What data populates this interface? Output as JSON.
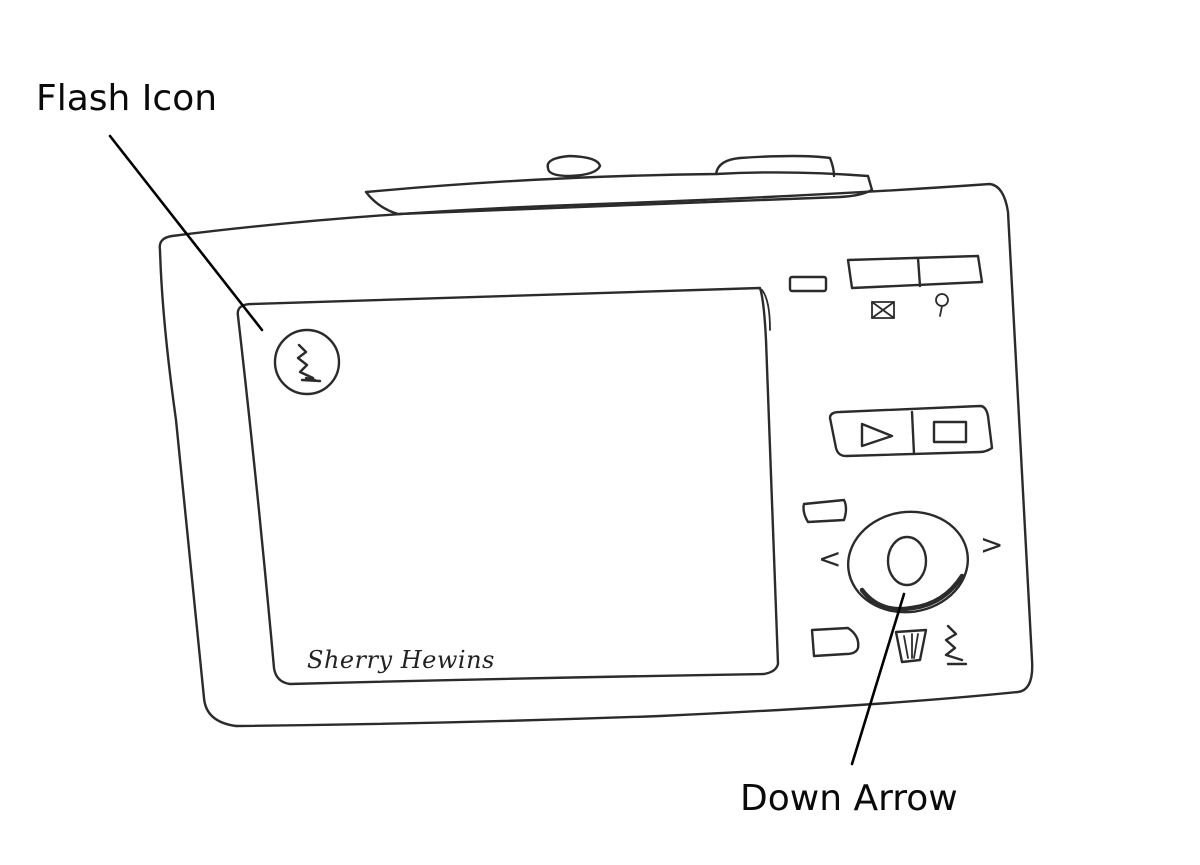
{
  "labels": {
    "flash_icon": "Flash Icon",
    "down_arrow": "Down Arrow"
  },
  "signature": "Sherry Hewins",
  "icons": {
    "lcd_flash": "flash-icon",
    "left_arrow_glyph": "<",
    "right_arrow_glyph": ">"
  },
  "colors": {
    "ink": "#2b2b2b",
    "background": "#ffffff"
  }
}
